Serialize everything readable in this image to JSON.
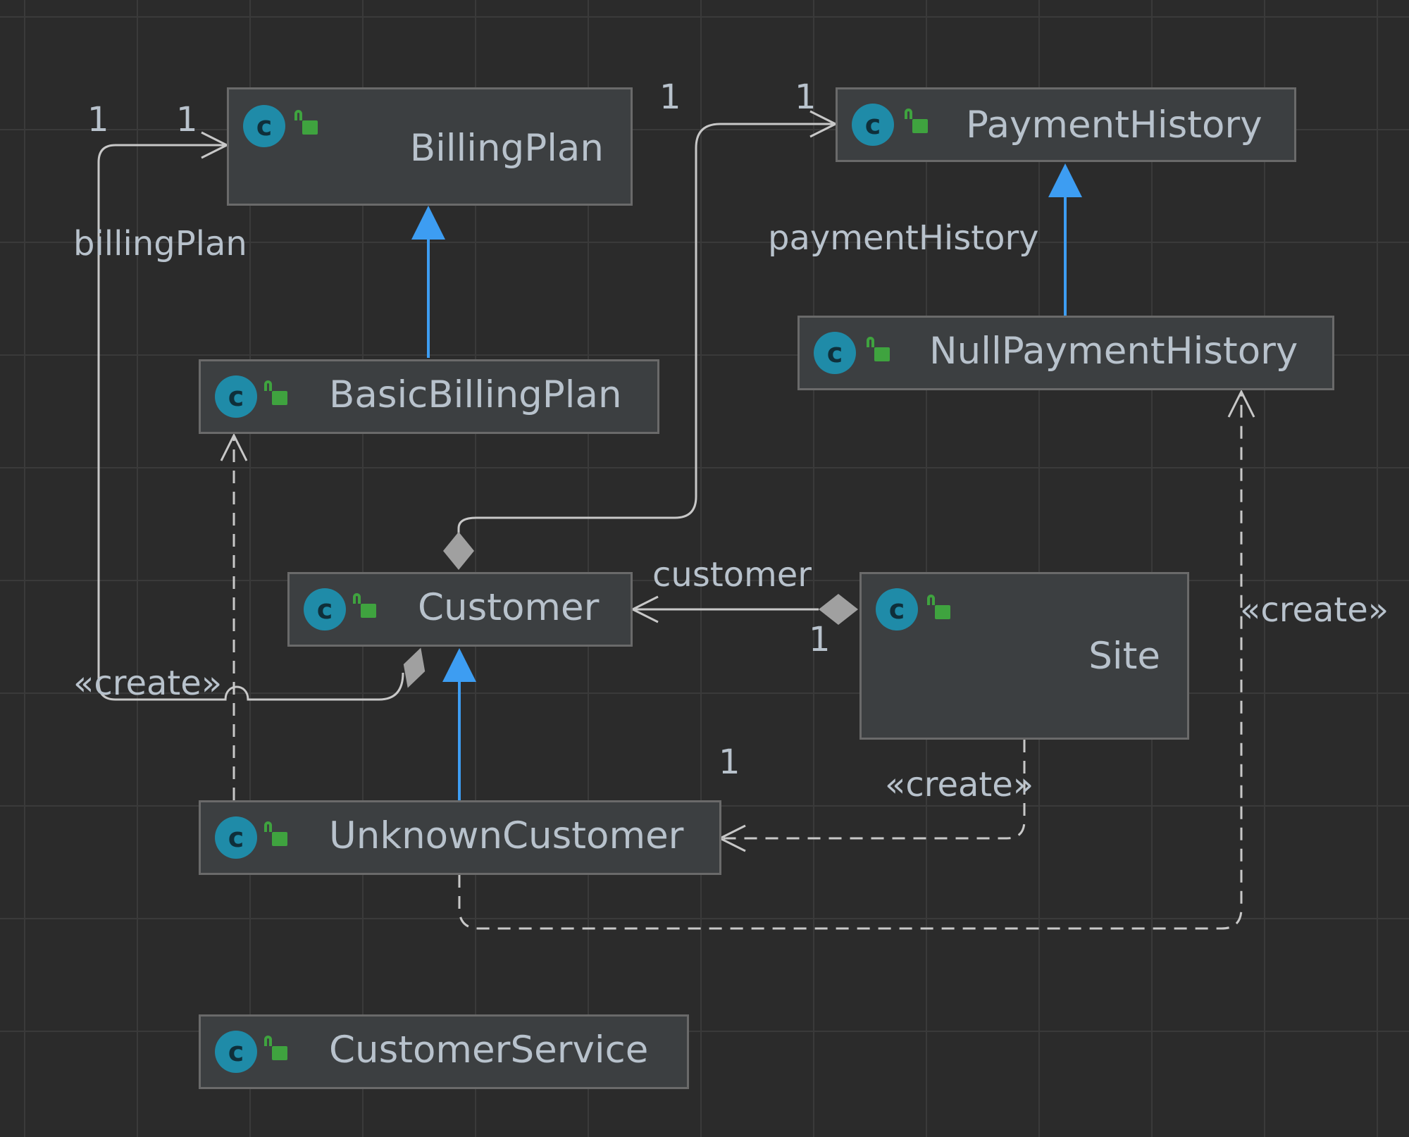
{
  "diagram": {
    "classes": [
      {
        "id": "billingplan",
        "name": "BillingPlan"
      },
      {
        "id": "paymenthistory",
        "name": "PaymentHistory"
      },
      {
        "id": "basicbillingplan",
        "name": "BasicBillingPlan"
      },
      {
        "id": "nullpaymenthistory",
        "name": "NullPaymentHistory"
      },
      {
        "id": "customer",
        "name": "Customer"
      },
      {
        "id": "site",
        "name": "Site"
      },
      {
        "id": "unknowncustomer",
        "name": "UnknownCustomer"
      },
      {
        "id": "customerservice",
        "name": "CustomerService"
      }
    ],
    "class_icon_glyph": "c",
    "edge_labels": {
      "billingplan_role": "billingPlan",
      "billingplan_mult_source": "1",
      "billingplan_mult_target": "1",
      "paymenthistory_role": "paymentHistory",
      "paymenthistory_mult_source": "1",
      "paymenthistory_mult_target": "1",
      "customer_role": "customer",
      "customer_mult": "1",
      "unknowncustomer_mult": "1",
      "create_left": "«create»",
      "create_site": "«create»",
      "create_right": "«create»"
    },
    "colors": {
      "background": "#2b2b2b",
      "grid": "#3a3a3a",
      "box_fill": "#3c3f41",
      "box_border": "#6a6a6a",
      "text": "#b8c2cc",
      "edge": "#c8c8c8",
      "generalization": "#3d9df2",
      "class_icon": "#1f8ba8",
      "visibility_icon": "#3fa33f"
    }
  }
}
